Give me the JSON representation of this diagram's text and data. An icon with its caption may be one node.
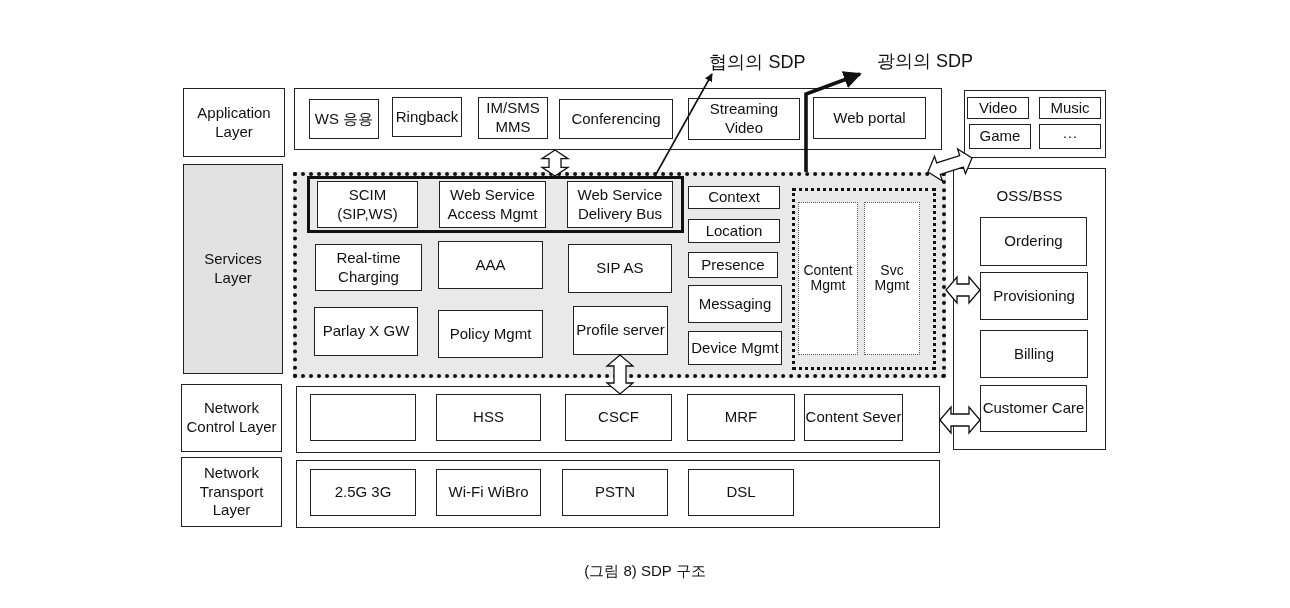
{
  "diagram": {
    "caption": "(그림 8) SDP 구조",
    "nodes": [
      {
        "text": [
          "협의의 SDP"
        ]
      },
      {
        "text": [
          "광의의 SDP"
        ]
      },
      {
        "text": [
          "Application Layer"
        ]
      },
      {
        "text": [],
        "shape": "box"
      },
      {
        "text": [
          "WS 응용"
        ],
        "in": 3
      },
      {
        "text": [
          "Ringback"
        ],
        "in": 3
      },
      {
        "text": [
          "IM/SMS MMS"
        ],
        "in": 3
      },
      {
        "text": [
          "Conferencing"
        ],
        "in": 3
      },
      {
        "text": [
          "Streaming Video"
        ],
        "in": 3
      },
      {
        "text": [
          "Web portal"
        ],
        "in": 3
      },
      {
        "text": [],
        "shape": "box"
      },
      {
        "text": [
          "Video"
        ],
        "in": 10
      },
      {
        "text": [
          "Music"
        ],
        "in": 10
      },
      {
        "text": [
          "Game"
        ],
        "in": 10
      },
      {
        "text": [
          "···"
        ],
        "in": 10
      },
      {
        "text": [
          "Services Layer"
        ]
      },
      {
        "text": [],
        "shape": "box"
      },
      {
        "text": [],
        "shape": "box",
        "in": 16
      },
      {
        "text": [
          "SCIM (SIP,WS)"
        ],
        "in": 17
      },
      {
        "text": [
          "Web Service Access Mgmt"
        ],
        "in": 17
      },
      {
        "text": [
          "Web Service Delivery Bus"
        ],
        "in": 17
      },
      {
        "text": [
          "Context"
        ],
        "in": 16
      },
      {
        "text": [
          "Location"
        ],
        "in": 16
      },
      {
        "text": [
          "Real-time Charging"
        ],
        "in": 16
      },
      {
        "text": [
          "AAA"
        ],
        "in": 16
      },
      {
        "text": [
          "SIP AS"
        ],
        "in": 16
      },
      {
        "text": [
          "Presence"
        ],
        "in": 16
      },
      {
        "text": [
          "Parlay X GW"
        ],
        "in": 16
      },
      {
        "text": [
          "Policy Mgmt"
        ],
        "in": 16
      },
      {
        "text": [
          "Profile server"
        ],
        "in": 16
      },
      {
        "text": [
          "Messaging"
        ],
        "in": 16
      },
      {
        "text": [
          "Device Mgmt"
        ],
        "in": 16
      },
      {
        "text": [],
        "shape": "box",
        "in": 16
      },
      {
        "text": [
          "Content Mgmt"
        ],
        "in": 32
      },
      {
        "text": [
          "Svc Mgmt"
        ],
        "in": 32
      },
      {
        "text": [
          "OSS/BSS"
        ]
      },
      {
        "text": [
          "Ordering"
        ],
        "in": 35
      },
      {
        "text": [
          "Provisioning"
        ],
        "in": 35
      },
      {
        "text": [
          "Billing"
        ],
        "in": 35
      },
      {
        "text": [
          "Customer Care"
        ],
        "in": 35
      },
      {
        "text": [
          "Network Control Layer"
        ]
      },
      {
        "text": [],
        "shape": "box"
      },
      {
        "text": [],
        "shape": "box",
        "in": 41
      },
      {
        "text": [
          "HSS"
        ],
        "in": 41
      },
      {
        "text": [
          "CSCF"
        ],
        "in": 41
      },
      {
        "text": [
          "MRF"
        ],
        "in": 41
      },
      {
        "text": [
          "Content Sever"
        ],
        "in": 41
      },
      {
        "text": [
          "Network Transport Layer"
        ]
      },
      {
        "text": [],
        "shape": "box"
      },
      {
        "text": [
          "2.5G 3G"
        ],
        "in": 48
      },
      {
        "text": [
          "Wi-Fi WiBro"
        ],
        "in": 48
      },
      {
        "text": [
          "PSTN"
        ],
        "in": 48
      },
      {
        "text": [
          "DSL"
        ],
        "in": 48
      }
    ],
    "edges": [
      {
        "from": 17,
        "to": 0,
        "arrow": "to"
      },
      {
        "from": 16,
        "to": 1,
        "arrow": "to",
        "style": "thick"
      },
      {
        "from": 3,
        "to": 17,
        "arrow": "both"
      },
      {
        "from": 29,
        "to": 44,
        "arrow": "both"
      },
      {
        "from": 16,
        "to": 37,
        "arrow": "both"
      },
      {
        "from": 41,
        "to": 39,
        "arrow": "both"
      },
      {
        "from": 16,
        "to": 10,
        "arrow": "both"
      }
    ]
  }
}
